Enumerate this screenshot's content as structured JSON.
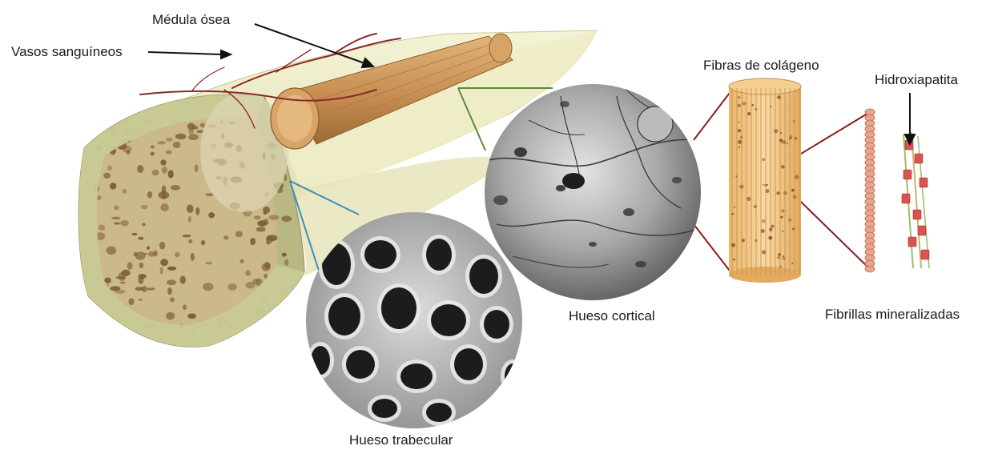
{
  "labels": {
    "marrow": "Médula ósea",
    "vessels": "Vasos sanguíneos",
    "collagen": "Fibras de colágeno",
    "hydroxyapatite": "Hidroxiapatita",
    "cortical": "Hueso cortical",
    "fibrils": "Fibrillas mineralizadas",
    "trabecular": "Hueso trabecular"
  },
  "colors": {
    "bone_surface": "#efeecb",
    "bone_shadow": "#b7b57e",
    "trabecular_pores": "#7c5a2e",
    "marrow": "#c9955a",
    "vessel": "#8a2a2a",
    "collagen_fiber": "#f2c27d",
    "hydroxyapatite_crystal": "#d9534f",
    "cortical_connector": "#5d8a3a",
    "trabecular_connector": "#3b8fb5",
    "fiber_connector": "#8b1d1d",
    "micrograph_gray": "#9a9a9a"
  }
}
